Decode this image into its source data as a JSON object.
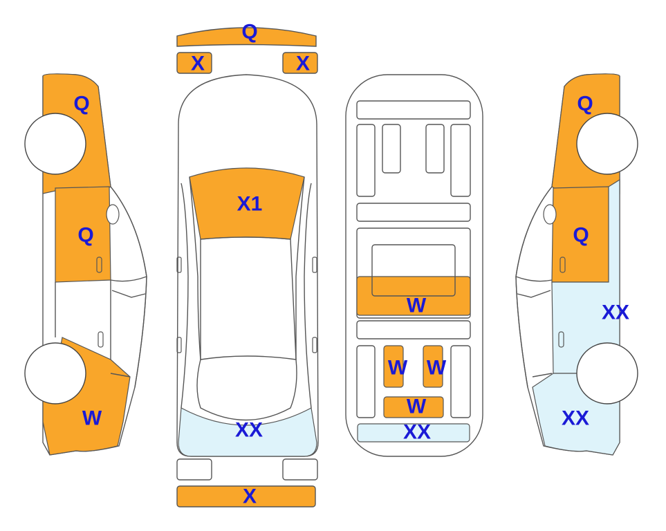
{
  "colors": {
    "damage_orange": "#f9a62a",
    "damage_lightblue": "#def3fa",
    "label_blue": "#1a1ad6",
    "outline": "#555555"
  },
  "labels": {
    "front_bumper": "Q",
    "front_lamp_left": "X",
    "front_lamp_right": "X",
    "left_front_fender": "Q",
    "left_front_door": "Q",
    "left_rear_quarter": "W",
    "hood": "X1",
    "roof_rear": "XX",
    "rear_bumper": "X",
    "floor_middle": "W",
    "floor_left": "W",
    "floor_right": "W",
    "floor_rear": "W",
    "trunk_floor": "XX",
    "right_front_fender": "Q",
    "right_front_door": "Q",
    "right_rear_door": "XX",
    "right_rear_quarter": "XX"
  }
}
